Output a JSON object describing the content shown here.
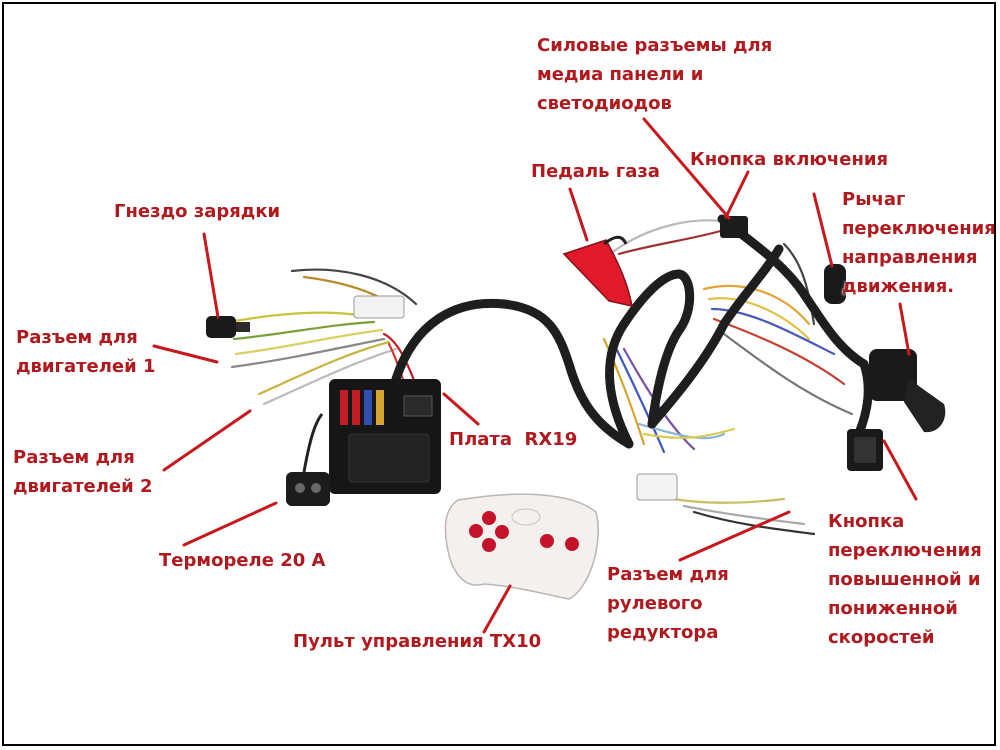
{
  "colors": {
    "label": "#b0191e",
    "leader": "#c8181c",
    "cable_black": "#1e1e1e",
    "board": "#161616",
    "pedal": "#e01a2a",
    "remote_body": "#f4f0ee",
    "remote_button": "#c4122a"
  },
  "labels": {
    "power_connectors": "Силовые разъемы для\nмедиа панели и\nсветодиодов",
    "gas_pedal": "Педаль газа",
    "power_button": "Кнопка включения",
    "direction_lever": "Рычаг\nпереключения\nнаправления\nдвижения.",
    "charging_socket": "Гнездо зарядки",
    "motor1_connector": "Разъем для\nдвигателей 1",
    "motor2_connector": "Разъем для\nдвигателей 2",
    "board": "Плата  RX19",
    "thermal_relay": "Термореле 20 А",
    "remote": "Пульт управления TX10",
    "steering_connector": "Разъем для\nрулевого\nредуктора",
    "speed_button": "Кнопка\nпереключения\nповышенной и\nпониженной\nскоростей"
  }
}
